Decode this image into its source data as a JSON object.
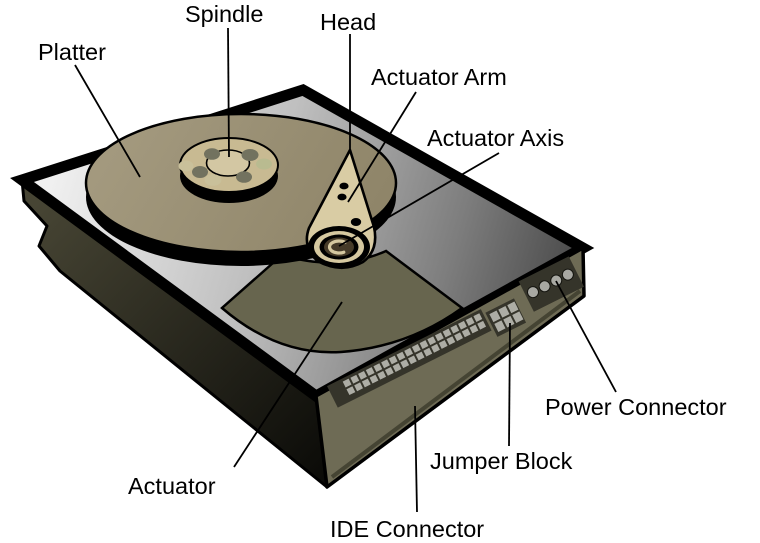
{
  "figure": {
    "type": "labeled-diagram",
    "subject": "Hard disk drive internal components"
  },
  "labels": [
    {
      "id": "platter",
      "text": "Platter"
    },
    {
      "id": "spindle",
      "text": "Spindle"
    },
    {
      "id": "head",
      "text": "Head"
    },
    {
      "id": "actuator-arm",
      "text": "Actuator Arm"
    },
    {
      "id": "actuator-axis",
      "text": "Actuator Axis"
    },
    {
      "id": "power-connector",
      "text": "Power Connector"
    },
    {
      "id": "jumper-block",
      "text": "Jumper Block"
    },
    {
      "id": "ide-connector",
      "text": "IDE Connector"
    },
    {
      "id": "actuator",
      "text": "Actuator"
    }
  ],
  "components": {
    "ide_connector": {
      "pin_rows": 2,
      "pin_cols": 18
    },
    "jumper_block": {
      "pin_rows": 2,
      "pin_cols": 3
    },
    "power_connector": {
      "pin_count": 4
    }
  },
  "colors": {
    "background": "#ffffff",
    "outline": "#000000",
    "label_text": "#000000",
    "platter": "#9A9078",
    "spindle_hub": "#C8BA92",
    "spindle_inner": "#D3C7A3",
    "hub_dot_dark": "#72725F",
    "hub_dot_light": "#C9C09A",
    "hub_dot_olive": "#B9BB90",
    "arm": "#D9CCA4",
    "bearing_ring": "#D5C8A0",
    "bearing_center": "#463B29",
    "actuator_wedge": "#67654E",
    "case_face": "#6E6B55",
    "connector_recess": "#35342A",
    "pin": "#ADADA5",
    "power_pin": "#A8A8A2",
    "deck_light": "#F0F0F0",
    "deck_dark": "#454545",
    "wall_light": "#474534",
    "wall_dark": "#0A0A07"
  }
}
